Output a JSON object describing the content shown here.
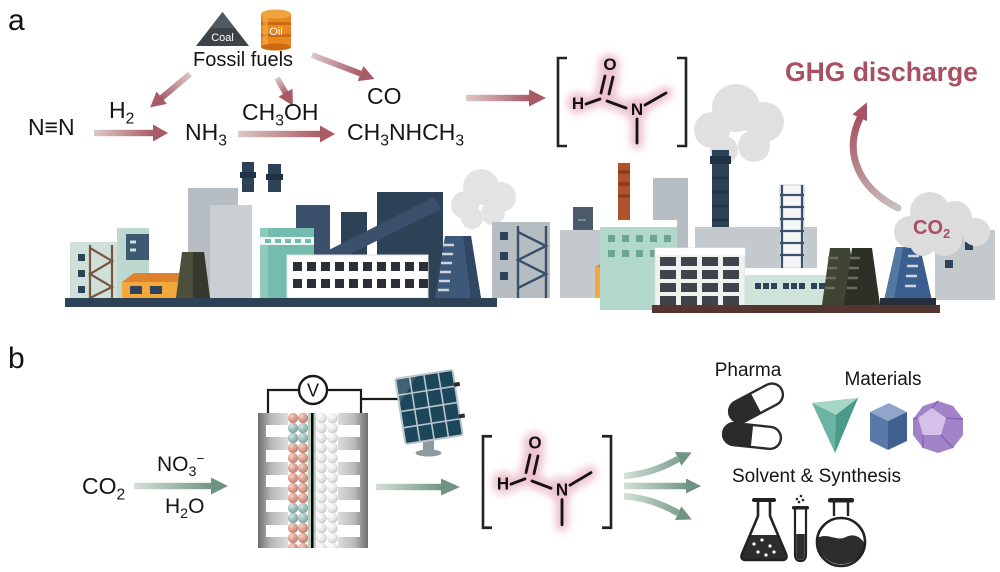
{
  "colors": {
    "accent_red": "#a84f60",
    "arrow_red_light": "#ddc7c7",
    "arrow_red_dark": "#a85a66",
    "arrow_green_light": "#d4e0d6",
    "arrow_green_dark": "#6f9582",
    "glow_pink": "#eec3cf",
    "membrane_green": "#b8cfc2",
    "ink": "#1a1a1a"
  },
  "panel_a": {
    "label": "a",
    "fossil": {
      "coal_label": "Coal",
      "oil_label": "Oil",
      "caption": "Fossil fuels"
    },
    "chem": {
      "n2": "N≡N",
      "h2_base": "H",
      "h2_sub": "2",
      "nh3_base": "NH",
      "nh3_sub": "3",
      "ch3oh_a": "CH",
      "ch3oh_a_sub": "3",
      "ch3oh_b": "OH",
      "co": "CO",
      "dma_a": "CH",
      "dma_a_sub": "3",
      "dma_b": "NHCH",
      "dma_b_sub": "3"
    },
    "ghg_label": "GHG discharge",
    "co2_cloud_base": "CO",
    "co2_cloud_sub": "2"
  },
  "molecule": {
    "h": "H",
    "o": "O",
    "n": "N"
  },
  "panel_b": {
    "label": "b",
    "reaction": {
      "co2_base": "CO",
      "co2_sub": "2",
      "no3_base": "NO",
      "no3_sub": "3",
      "no3_sup": "−",
      "h2o_a": "H",
      "h2o_sub": "2",
      "h2o_b": "O"
    },
    "voltmeter_label": "V",
    "applications": {
      "pharma": "Pharma",
      "materials": "Materials",
      "solvent": "Solvent & Synthesis"
    }
  }
}
